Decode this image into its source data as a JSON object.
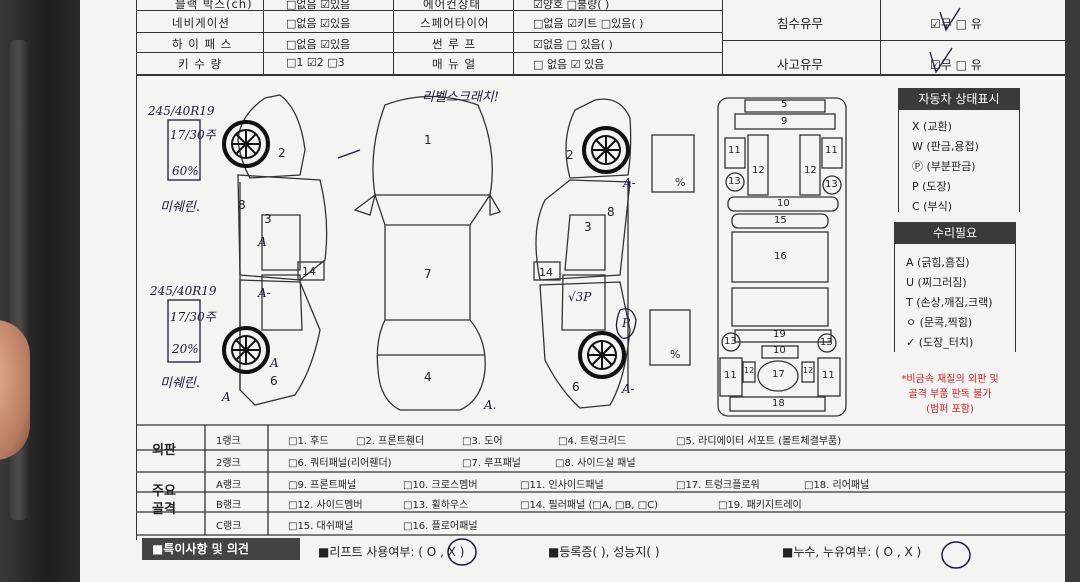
{
  "top_left": {
    "row0_label": "블랙 박스(ch)",
    "row0_val": "□없음  ☑있음",
    "rows": [
      {
        "label": "네비게이션",
        "options": "□없음  ☑있음"
      },
      {
        "label": "하 이 패 스",
        "options": "□없음  ☑있음"
      },
      {
        "label": "키 수 량",
        "options": "□1   ☑2   □3"
      }
    ]
  },
  "top_mid": {
    "row0_label": "에어컨상태",
    "row0_val": "☑양호  □불량(                )",
    "rows": [
      {
        "label": "스페어타이어",
        "options": "□없음  ☑키트  □있음(          )"
      },
      {
        "label": "썬 루 프",
        "options": "☑없음  □ 있음(                  )"
      },
      {
        "label": "매 뉴 얼",
        "options": "□ 없음   ☑ 있음"
      }
    ]
  },
  "top_right": [
    {
      "label": "침수유무",
      "options": "☑무   □ 유"
    },
    {
      "label": "사고유무",
      "options": "☑무   □ 유"
    }
  ],
  "legend_status": {
    "title": "자동차 상태표시",
    "items": [
      "X  (교환)",
      "W  (판금,용접)",
      "Ⓟ  (부분판금)",
      "P  (도장)",
      "C  (부식)"
    ]
  },
  "legend_repair": {
    "title": "수리필요",
    "items": [
      "A (긁힘,흠집)",
      "U (찌그러짐)",
      "T (손상,깨짐,크랙)",
      "ㅇ (문콕,찍힘)",
      "✓ (도장_터치)"
    ]
  },
  "red_note": [
    "*비금속 재질의 외판 및",
    "골격 부품 판독 불가",
    "(범퍼 포함)"
  ],
  "diagram": {
    "side_left_nums": [
      "2",
      "3",
      "6",
      "8",
      "14"
    ],
    "top_nums": [
      "1",
      "7",
      "4"
    ],
    "side_right_nums": [
      "2",
      "3",
      "6",
      "8",
      "14"
    ],
    "pct": "%",
    "underbody_nums": [
      "5",
      "9",
      "11",
      "11",
      "12",
      "12",
      "13",
      "13",
      "10",
      "15",
      "16",
      "19",
      "13",
      "13",
      "10",
      "11",
      "11",
      "12",
      "12",
      "17",
      "18"
    ]
  },
  "handwriting": {
    "tire_front": "245/40R19",
    "tire_front_date": "17/30주",
    "tire_front_pct": "60%",
    "tire_front_note": "미쉐린.",
    "tire_rear": "245/40R19",
    "tire_rear_date": "17/30주",
    "tire_rear_pct": "20%",
    "tire_rear_note": "미쉐린.",
    "hood_note": "리벨스크래치!",
    "mark_a": "A",
    "mark_a_dash": "A-",
    "mark_a_dot": "A.",
    "mark_v3p": "√3P",
    "mark_p": "P"
  },
  "exterior": {
    "title": "외판",
    "rank1": "1랭크",
    "rank1_items": [
      "□1. 후드",
      "□2. 프론트휀더",
      "□3. 도어",
      "□4. 트렁크리드",
      "□5. 라디에이터 서포트 (볼트체결부품)"
    ],
    "rank2": "2랭크",
    "rank2_items": [
      "□6. 쿼터패널(리어휀더)",
      "□7. 루프패널",
      "□8. 사이드실 패널"
    ]
  },
  "frame": {
    "title": "주요\n골격",
    "rankA": "A랭크",
    "rankA_items": [
      "□9. 프론트패널",
      "□10. 크로스멤버",
      "□11. 인사이드패널",
      "□17. 트렁크플로워",
      "□18. 리어패널"
    ],
    "rankB": "B랭크",
    "rankB_items": [
      "□12. 사이드멤버",
      "□13. 휠하우스",
      "□14. 필러패널 (□A, □B, □C)",
      "□19. 패키지트레이"
    ],
    "rankC": "C랭크",
    "rankC_items": [
      "□15. 대쉬패널",
      "□16. 플로어패널"
    ]
  },
  "footer": {
    "title": "■특이사항 및 의견",
    "lift": "■리프트 사용여부:  ( O  ,  X )",
    "reg": "■등록증(      ),  성능지(      )",
    "leak": "■누수, 누유여부:  ( O  ,  X )"
  }
}
